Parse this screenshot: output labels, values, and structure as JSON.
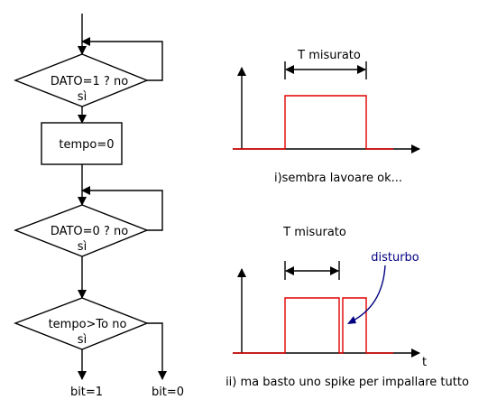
{
  "flowchart": {
    "decision1": {
      "line1": "DATO=1 ? no",
      "line2": "sì"
    },
    "process1": "tempo=0",
    "decision2": {
      "line1": "DATO=0 ? no",
      "line2": "sì"
    },
    "decision3": {
      "line1": "tempo>To no",
      "line2": "sì"
    },
    "out_left": "bit=1",
    "out_right": "bit=0"
  },
  "timing_top": {
    "measure_label": "T misurato",
    "caption": "i)sembra lavoare ok..."
  },
  "timing_bottom": {
    "measure_label": "T misurato",
    "noise_label": "disturbo",
    "axis_label": "t",
    "caption": "ii) ma basto uno spike per impallare tutto"
  },
  "colors": {
    "signal": "#e00000",
    "noise_label": "#000080",
    "lines": "#000000"
  }
}
